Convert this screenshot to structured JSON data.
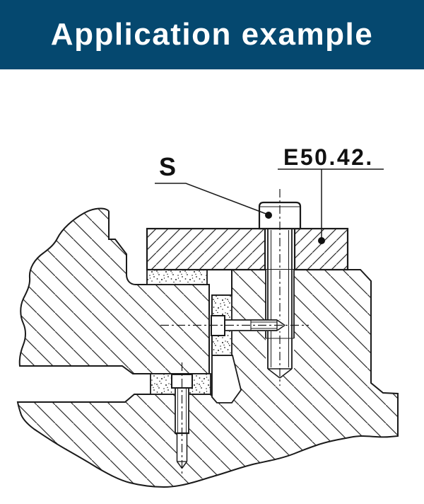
{
  "header": {
    "title": "Application example",
    "bg_color": "#05486F",
    "text_color": "#ffffff"
  },
  "drawing": {
    "line_color": "#1a1a1a",
    "labels": {
      "screw_callout": "S",
      "part_number": "E50.42."
    },
    "elements": {
      "clamp_plate": "hatched top clamp plate",
      "vertical_screw": "E50.42. clamping screw",
      "horizontal_screw": "side locking screw",
      "lower_screw": "lower locking screw",
      "gasket_pads": "stippled friction pads",
      "machine_body": "sectioned machine body"
    }
  }
}
